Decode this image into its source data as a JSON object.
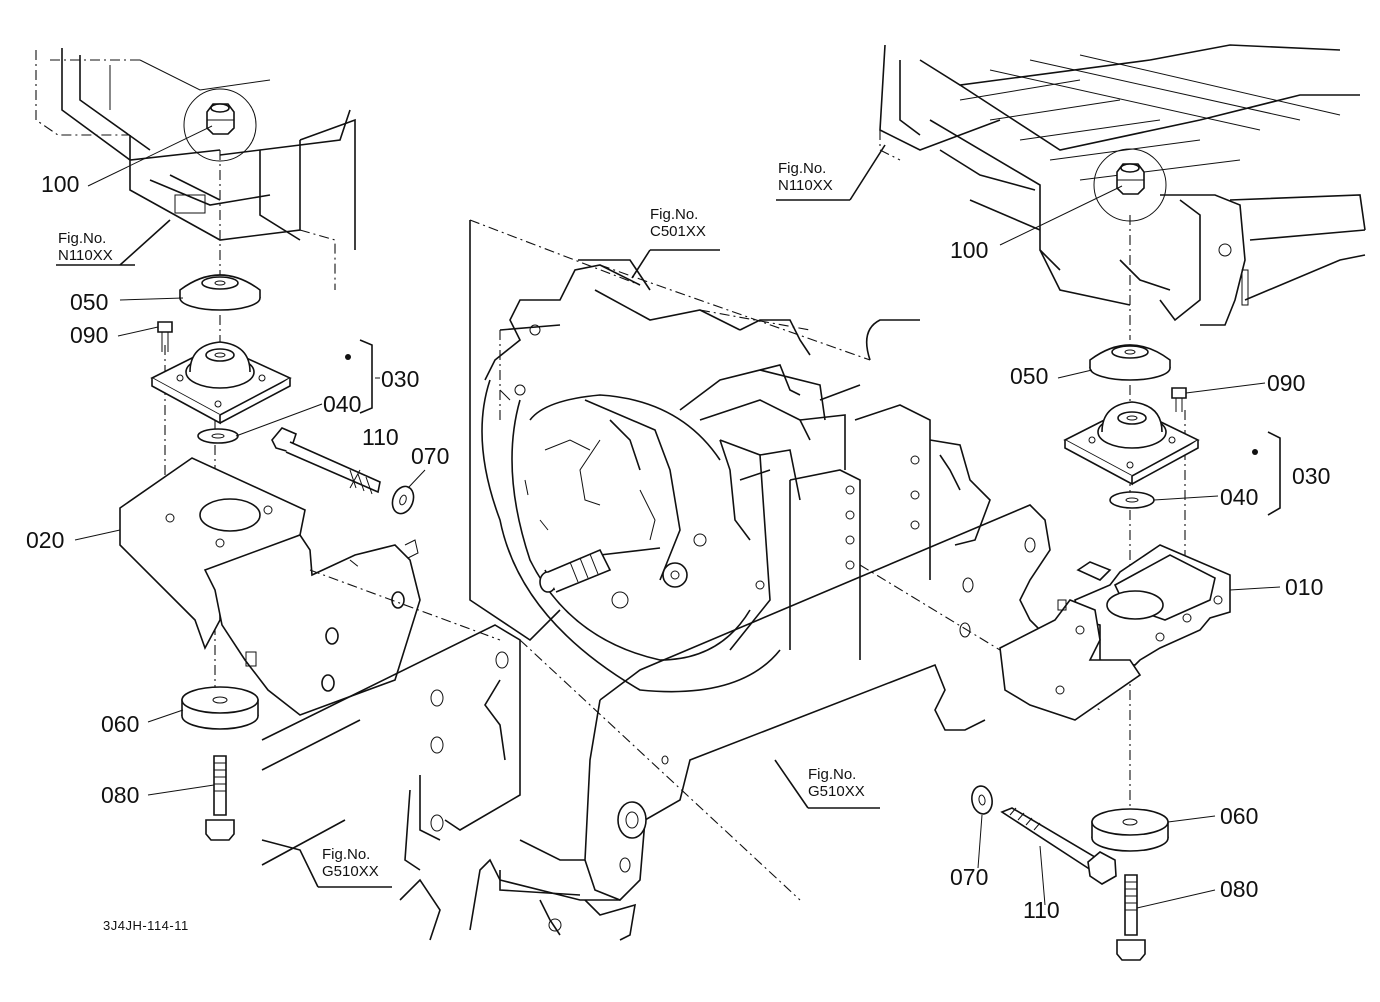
{
  "drawing_code": "3J4JH-114-11",
  "fig_refs": [
    {
      "id": "left-n110",
      "line1": "Fig.No.",
      "line2": "N110XX"
    },
    {
      "id": "right-n110",
      "line1": "Fig.No.",
      "line2": "N110XX"
    },
    {
      "id": "c501",
      "line1": "Fig.No.",
      "line2": "C501XX"
    },
    {
      "id": "left-g510",
      "line1": "Fig.No.",
      "line2": "G510XX"
    },
    {
      "id": "center-g510",
      "line1": "Fig.No.",
      "line2": "G510XX"
    }
  ],
  "left_callouts": {
    "nut": "100",
    "upper_cushion": "050",
    "bolt_small": "090",
    "mount_assy": "030",
    "washer": "040",
    "long_bolt": "110",
    "flat_washer": "070",
    "bracket": "020",
    "lower_cushion": "060",
    "bottom_bolt": "080"
  },
  "right_callouts": {
    "nut": "100",
    "upper_cushion": "050",
    "bolt_small": "090",
    "mount_assy": "030",
    "washer": "040",
    "bracket": "010",
    "lower_cushion": "060",
    "flat_washer": "070",
    "long_bolt": "110",
    "bottom_bolt": "080"
  }
}
